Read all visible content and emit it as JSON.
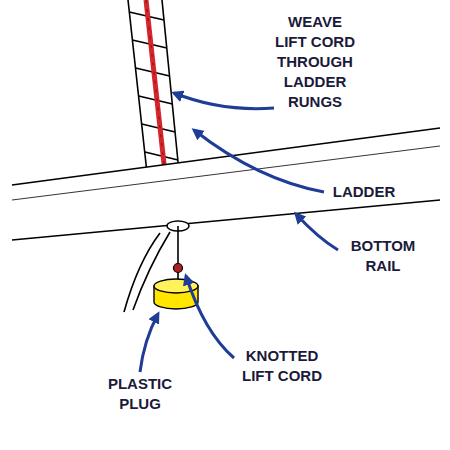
{
  "diagram": {
    "labels": [
      "WEAVE LIFT CORD THROUGH LADDER RUNGS",
      "LADDER",
      "BOTTOM RAIL",
      "KNOTTED LIFT CORD",
      "PLASTIC PLUG"
    ]
  }
}
